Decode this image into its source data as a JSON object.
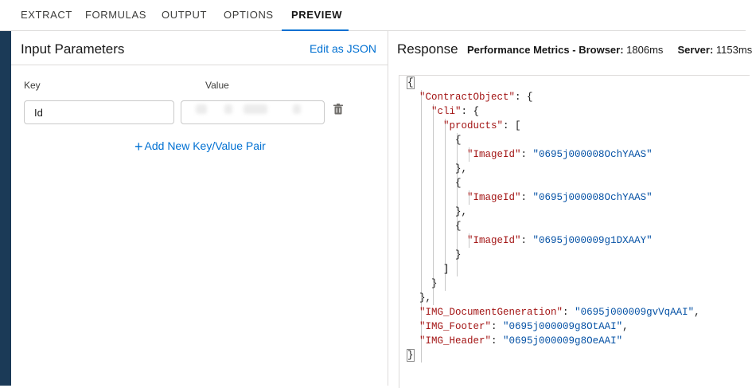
{
  "tabs": [
    {
      "label": "EXTRACT"
    },
    {
      "label": "FORMULAS"
    },
    {
      "label": "OUTPUT"
    },
    {
      "label": "OPTIONS"
    },
    {
      "label": "PREVIEW"
    }
  ],
  "input_panel": {
    "title": "Input Parameters",
    "edit_json": "Edit as JSON",
    "key_label": "Key",
    "value_label": "Value",
    "row": {
      "key": "Id",
      "value": ""
    },
    "add_pair": "Add New Key/Value Pair"
  },
  "response_panel": {
    "title": "Response",
    "metrics_label": "Performance Metrics -",
    "browser_label": "Browser:",
    "browser_value": "1806ms",
    "server_label": "Server:",
    "server_value": "1153ms"
  },
  "response_json": {
    "contract_object_key": "\"ContractObject\"",
    "cli_key": "\"cli\"",
    "products_key": "\"products\"",
    "image_id_key": "\"ImageId\"",
    "image_ids": [
      "\"0695j000008OchYAAS\"",
      "\"0695j000008OchYAAS\"",
      "\"0695j000009g1DXAAY\""
    ],
    "doc_gen_key": "\"IMG_DocumentGeneration\"",
    "doc_gen_value": "\"0695j000009gvVqAAI\"",
    "footer_key": "\"IMG_Footer\"",
    "footer_value": "\"0695j000009g8OtAAI\"",
    "header_key": "\"IMG_Header\"",
    "header_value": "\"0695j000009g8OeAAI\""
  },
  "icons": {
    "trash": "trash-icon",
    "plus": "plus-icon"
  },
  "colors": {
    "accent": "#0070d2",
    "json_key": "#a31515",
    "json_string": "#0451a5",
    "sidebar": "#1b3a57"
  }
}
